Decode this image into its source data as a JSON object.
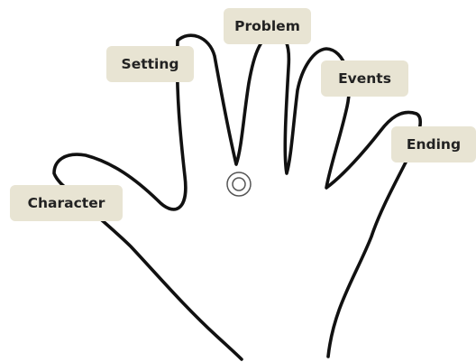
{
  "diagram": {
    "labels": {
      "character": "Character",
      "setting": "Setting",
      "problem": "Problem",
      "events": "Events",
      "ending": "Ending"
    },
    "colors": {
      "label_background": "#e8e4d3",
      "label_text": "#222222",
      "outline": "#111111"
    },
    "icons": {
      "marker": "target-marker-icon",
      "hand": "hand-outline"
    }
  }
}
